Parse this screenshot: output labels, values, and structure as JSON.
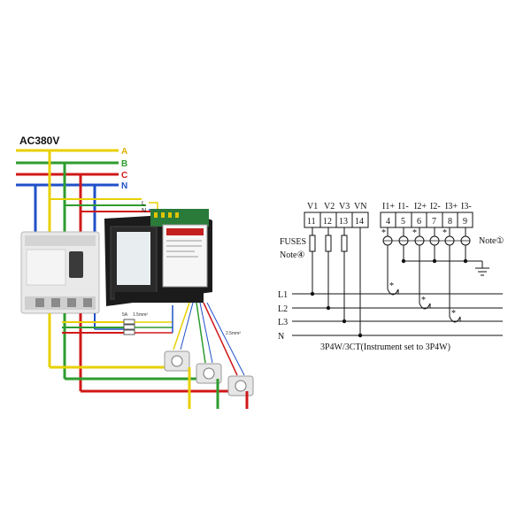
{
  "wiring_photo": {
    "supply_label": "AC380V",
    "phases": [
      {
        "label": "A",
        "color": "#e8d000"
      },
      {
        "label": "B",
        "color": "#2e9c2e"
      },
      {
        "label": "C",
        "color": "#d01818"
      },
      {
        "label": "N",
        "color": "#2050c8"
      }
    ],
    "terminal_labels": [
      "L",
      "N"
    ],
    "fuse_label": "5A",
    "wire_gauge_1": "1.5mm²",
    "wire_gauge_2": "2.5mm²"
  },
  "schematic": {
    "voltage_headers": [
      "V1",
      "V2",
      "V3",
      "VN"
    ],
    "voltage_terminals": [
      "11",
      "12",
      "13",
      "14"
    ],
    "current_headers": [
      "I1+",
      "I1-",
      "I2+",
      "I2-",
      "I3+",
      "I3-"
    ],
    "current_terminals": [
      "4",
      "5",
      "6",
      "7",
      "8",
      "9"
    ],
    "fuses_label": "FUSES",
    "note4": "Note④",
    "note1": "Note①",
    "lines": [
      "L1",
      "L2",
      "L3",
      "N"
    ],
    "caption": "3P4W/3CT(Instrument set to 3P4W)"
  }
}
